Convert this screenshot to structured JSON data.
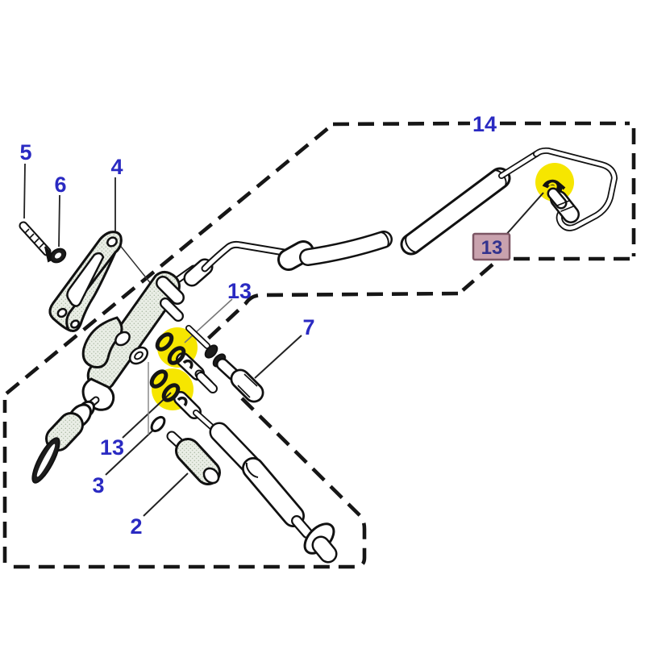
{
  "diagram": {
    "kind": "exploded-parts-diagram",
    "background": "#ffffff",
    "colors": {
      "callout": "#2a2ac2",
      "highlight": "#f6e600",
      "box_bg": "#c9a2ae",
      "box_border": "#7c5664",
      "line": "#161616"
    },
    "callouts": [
      {
        "id": "5",
        "label": "5"
      },
      {
        "id": "6",
        "label": "6"
      },
      {
        "id": "4",
        "label": "4"
      },
      {
        "id": "14",
        "label": "14"
      },
      {
        "id": "13-upper",
        "label": "13"
      },
      {
        "id": "7",
        "label": "7"
      },
      {
        "id": "13-lower",
        "label": "13"
      },
      {
        "id": "3",
        "label": "3"
      },
      {
        "id": "2",
        "label": "2"
      },
      {
        "id": "13-boxed",
        "label": "13"
      }
    ]
  }
}
